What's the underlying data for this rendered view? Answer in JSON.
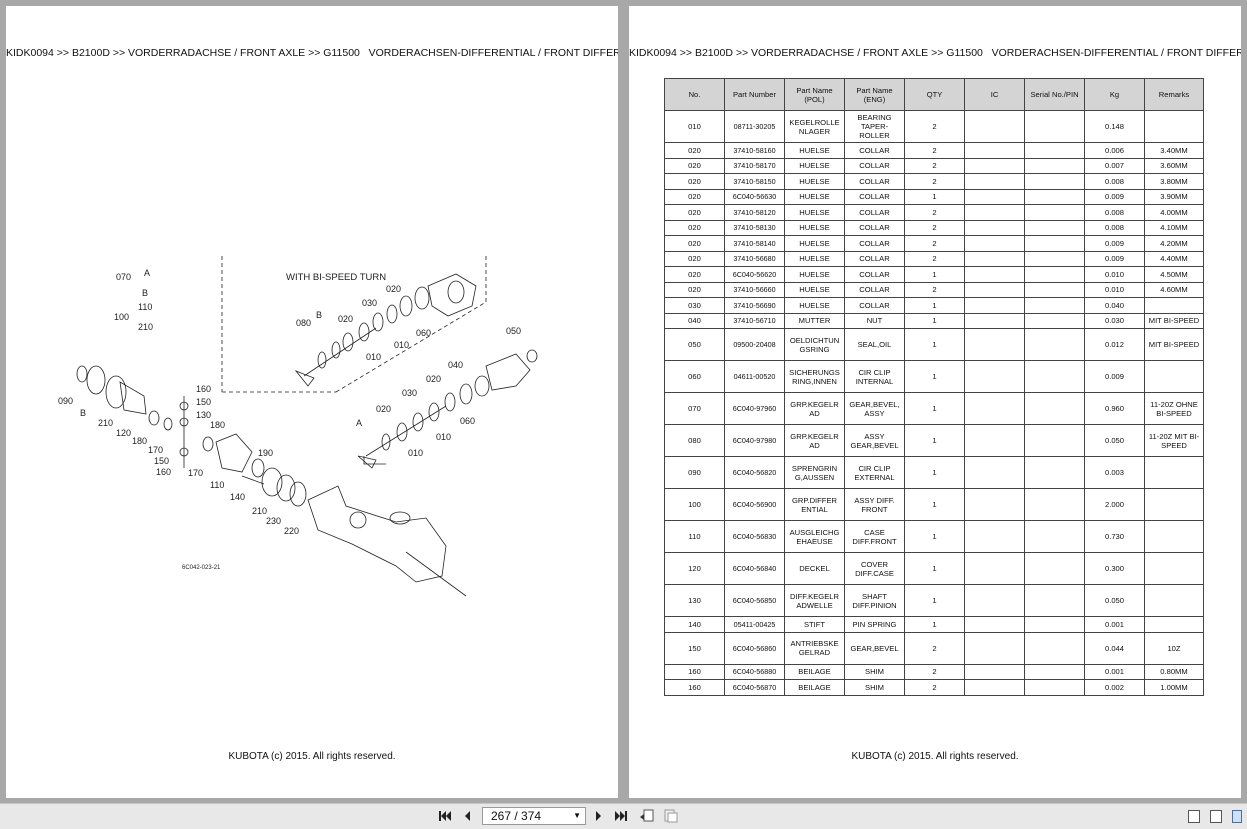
{
  "header": {
    "path": "KIDK0094 >> B2100D >> VORDERRADACHSE / FRONT AXLE >> G11500",
    "title": "VORDERACHSEN-DIFFERENTIAL / FRONT DIFFERENT"
  },
  "footer": "KUBOTA (c) 2015. All rights reserved.",
  "diagram": {
    "bi_speed_label": "WITH BI-SPEED TURN",
    "drawing_code": "6C042-023-21",
    "callouts": [
      "070",
      "A",
      "B",
      "110",
      "100",
      "210",
      "080",
      "B",
      "020",
      "030",
      "020",
      "010",
      "010",
      "060",
      "050",
      "040",
      "020",
      "030",
      "020",
      "A",
      "010",
      "010",
      "060",
      "090",
      "B",
      "210",
      "120",
      "180",
      "170",
      "150",
      "160",
      "160",
      "150",
      "130",
      "180",
      "170",
      "110",
      "140",
      "190",
      "210",
      "230",
      "220"
    ]
  },
  "table": {
    "headers": [
      "No.",
      "Part Number",
      "Part Name\n(POL)",
      "Part Name\n(ENG)",
      "QTY",
      "IC",
      "Serial No./PIN",
      "Kg",
      "Remarks"
    ],
    "rows": [
      {
        "no": "010",
        "pn": "08711-30205",
        "pol": "KEGELROLLE NLAGER",
        "eng": "BEARING TAPER-ROLLER",
        "qty": "2",
        "ic": "",
        "serial": "",
        "kg": "0.148",
        "rem": ""
      },
      {
        "no": "020",
        "pn": "37410-58160",
        "pol": "HUELSE",
        "eng": "COLLAR",
        "qty": "2",
        "ic": "",
        "serial": "",
        "kg": "0.006",
        "rem": "3.40MM"
      },
      {
        "no": "020",
        "pn": "37410-58170",
        "pol": "HUELSE",
        "eng": "COLLAR",
        "qty": "2",
        "ic": "",
        "serial": "",
        "kg": "0.007",
        "rem": "3.60MM"
      },
      {
        "no": "020",
        "pn": "37410-58150",
        "pol": "HUELSE",
        "eng": "COLLAR",
        "qty": "2",
        "ic": "",
        "serial": "",
        "kg": "0.008",
        "rem": "3.80MM"
      },
      {
        "no": "020",
        "pn": "6C040-56630",
        "pol": "HUELSE",
        "eng": "COLLAR",
        "qty": "1",
        "ic": "",
        "serial": "",
        "kg": "0.009",
        "rem": "3.90MM"
      },
      {
        "no": "020",
        "pn": "37410-58120",
        "pol": "HUELSE",
        "eng": "COLLAR",
        "qty": "2",
        "ic": "",
        "serial": "",
        "kg": "0.008",
        "rem": "4.00MM"
      },
      {
        "no": "020",
        "pn": "37410-58130",
        "pol": "HUELSE",
        "eng": "COLLAR",
        "qty": "2",
        "ic": "",
        "serial": "",
        "kg": "0.008",
        "rem": "4.10MM"
      },
      {
        "no": "020",
        "pn": "37410-58140",
        "pol": "HUELSE",
        "eng": "COLLAR",
        "qty": "2",
        "ic": "",
        "serial": "",
        "kg": "0.009",
        "rem": "4.20MM"
      },
      {
        "no": "020",
        "pn": "37410-56680",
        "pol": "HUELSE",
        "eng": "COLLAR",
        "qty": "2",
        "ic": "",
        "serial": "",
        "kg": "0.009",
        "rem": "4.40MM"
      },
      {
        "no": "020",
        "pn": "6C040-56620",
        "pol": "HUELSE",
        "eng": "COLLAR",
        "qty": "1",
        "ic": "",
        "serial": "",
        "kg": "0.010",
        "rem": "4.50MM"
      },
      {
        "no": "020",
        "pn": "37410-56660",
        "pol": "HUELSE",
        "eng": "COLLAR",
        "qty": "2",
        "ic": "",
        "serial": "",
        "kg": "0.010",
        "rem": "4.60MM"
      },
      {
        "no": "030",
        "pn": "37410-56690",
        "pol": "HUELSE",
        "eng": "COLLAR",
        "qty": "1",
        "ic": "",
        "serial": "",
        "kg": "0.040",
        "rem": ""
      },
      {
        "no": "040",
        "pn": "37410-56710",
        "pol": "MUTTER",
        "eng": "NUT",
        "qty": "1",
        "ic": "",
        "serial": "",
        "kg": "0.030",
        "rem": "MIT BI-SPEED"
      },
      {
        "no": "050",
        "pn": "09500-20408",
        "pol": "OELDICHTUN GSRING",
        "eng": "SEAL,OIL",
        "qty": "1",
        "ic": "",
        "serial": "",
        "kg": "0.012",
        "rem": "MIT BI-SPEED"
      },
      {
        "no": "060",
        "pn": "04611-00520",
        "pol": "SICHERUNGS RING,INNEN",
        "eng": "CIR CLIP INTERNAL",
        "qty": "1",
        "ic": "",
        "serial": "",
        "kg": "0.009",
        "rem": ""
      },
      {
        "no": "070",
        "pn": "6C040-97960",
        "pol": "GRP.KEGELR AD",
        "eng": "GEAR,BEVEL, ASSY",
        "qty": "1",
        "ic": "",
        "serial": "",
        "kg": "0.960",
        "rem": "11-20Z OHNE BI-SPEED"
      },
      {
        "no": "080",
        "pn": "6C040-97980",
        "pol": "GRP.KEGELR AD",
        "eng": "ASSY GEAR,BEVEL",
        "qty": "1",
        "ic": "",
        "serial": "",
        "kg": "0.050",
        "rem": "11-20Z MIT BI-SPEED"
      },
      {
        "no": "090",
        "pn": "6C040-56820",
        "pol": "SPRENGRIN G,AUSSEN",
        "eng": "CIR CLIP EXTERNAL",
        "qty": "1",
        "ic": "",
        "serial": "",
        "kg": "0.003",
        "rem": ""
      },
      {
        "no": "100",
        "pn": "6C040-56900",
        "pol": "GRP.DIFFER ENTIAL",
        "eng": "ASSY DIFF. FRONT",
        "qty": "1",
        "ic": "",
        "serial": "",
        "kg": "2.000",
        "rem": ""
      },
      {
        "no": "110",
        "pn": "6C040-56830",
        "pol": "AUSGLEICHG EHAEUSE",
        "eng": "CASE DIFF.FRONT",
        "qty": "1",
        "ic": "",
        "serial": "",
        "kg": "0.730",
        "rem": ""
      },
      {
        "no": "120",
        "pn": "6C040-56840",
        "pol": "DECKEL",
        "eng": "COVER DIFF.CASE",
        "qty": "1",
        "ic": "",
        "serial": "",
        "kg": "0.300",
        "rem": ""
      },
      {
        "no": "130",
        "pn": "6C040-56850",
        "pol": "DIFF.KEGELR ADWELLE",
        "eng": "SHAFT DIFF.PINION",
        "qty": "1",
        "ic": "",
        "serial": "",
        "kg": "0.050",
        "rem": ""
      },
      {
        "no": "140",
        "pn": "05411-00425",
        "pol": "STIFT",
        "eng": "PIN SPRING",
        "qty": "1",
        "ic": "",
        "serial": "",
        "kg": "0.001",
        "rem": ""
      },
      {
        "no": "150",
        "pn": "6C040-56860",
        "pol": "ANTRIEBSKE GELRAD",
        "eng": "GEAR,BEVEL",
        "qty": "2",
        "ic": "",
        "serial": "",
        "kg": "0.044",
        "rem": "10Z"
      },
      {
        "no": "160",
        "pn": "6C040-56880",
        "pol": "BEILAGE",
        "eng": "SHIM",
        "qty": "2",
        "ic": "",
        "serial": "",
        "kg": "0.001",
        "rem": "0.80MM"
      },
      {
        "no": "160",
        "pn": "6C040-56870",
        "pol": "BEILAGE",
        "eng": "SHIM",
        "qty": "2",
        "ic": "",
        "serial": "",
        "kg": "0.002",
        "rem": "1.00MM"
      }
    ]
  },
  "toolbar": {
    "page_indicator": "267 / 374"
  },
  "icons": {
    "first_page": "first-page-icon",
    "prev_page": "previous-page-icon",
    "next_page": "next-page-icon",
    "last_page": "last-page-icon"
  }
}
